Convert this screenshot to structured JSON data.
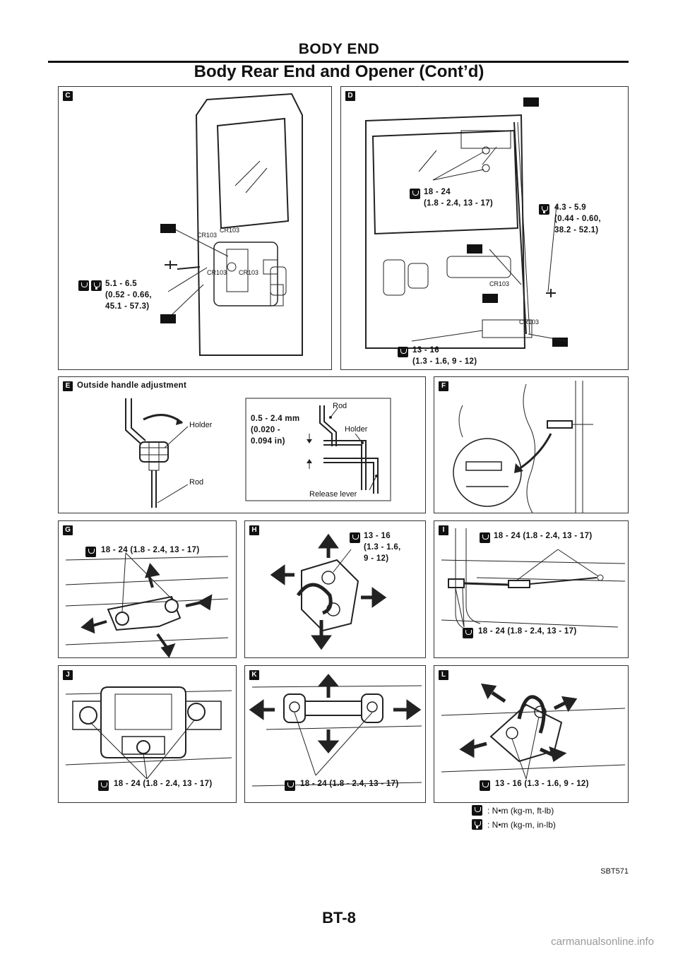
{
  "header": {
    "title": "BODY END",
    "subtitle": "Body Rear End and Opener (Cont’d)"
  },
  "panels": {
    "C": {
      "badge": "C",
      "torque_lines": [
        "5.1 - 6.5",
        "(0.52 - 0.66,",
        "45.1 - 57.3)"
      ],
      "part_codes": [
        "CR103",
        "CR103",
        "CR103",
        "CR103"
      ]
    },
    "D": {
      "badge": "D",
      "t1": [
        "18 - 24",
        "(1.8 - 2.4, 13 - 17)"
      ],
      "t2": [
        "4.3 - 5.9",
        "(0.44 - 0.60,",
        "38.2 - 52.1)"
      ],
      "t3": [
        "13 - 16",
        "(1.3 - 1.6, 9 - 12)"
      ],
      "part_codes": [
        "CR103",
        "CR103"
      ]
    },
    "E": {
      "badge": "E",
      "title": "Outside handle adjustment",
      "holder": "Holder",
      "rod": "Rod",
      "gap_lines": [
        "0.5 - 2.4 mm",
        "(0.020 -",
        "0.094 in)"
      ],
      "rod2": "Rod",
      "holder2": "Holder",
      "release_lever": "Release lever"
    },
    "F": {
      "badge": "F"
    },
    "G": {
      "badge": "G",
      "torque": "18 - 24 (1.8 - 2.4, 13 - 17)"
    },
    "H": {
      "badge": "H",
      "torque_lines": [
        "13 - 16",
        "(1.3 - 1.6,",
        "9 - 12)"
      ]
    },
    "I": {
      "badge": "I",
      "torque_top": "18 - 24 (1.8 - 2.4, 13 - 17)",
      "torque_bottom": "18 - 24 (1.8 - 2.4, 13 - 17)"
    },
    "J": {
      "badge": "J",
      "torque": "18 - 24 (1.8 - 2.4, 13 - 17)"
    },
    "K": {
      "badge": "K",
      "torque": "18 - 24 (1.8 - 2.4, 13 - 17)"
    },
    "L": {
      "badge": "L",
      "torque": "13 - 16 (1.3 - 1.6, 9 - 12)"
    }
  },
  "legend": {
    "ft_lb": ": N•m (kg-m, ft-lb)",
    "in_lb": ": N•m (kg-m, in-lb)"
  },
  "figure_code": "SBT571",
  "page_number": "BT-8",
  "watermark": "carmanualsonline.info"
}
